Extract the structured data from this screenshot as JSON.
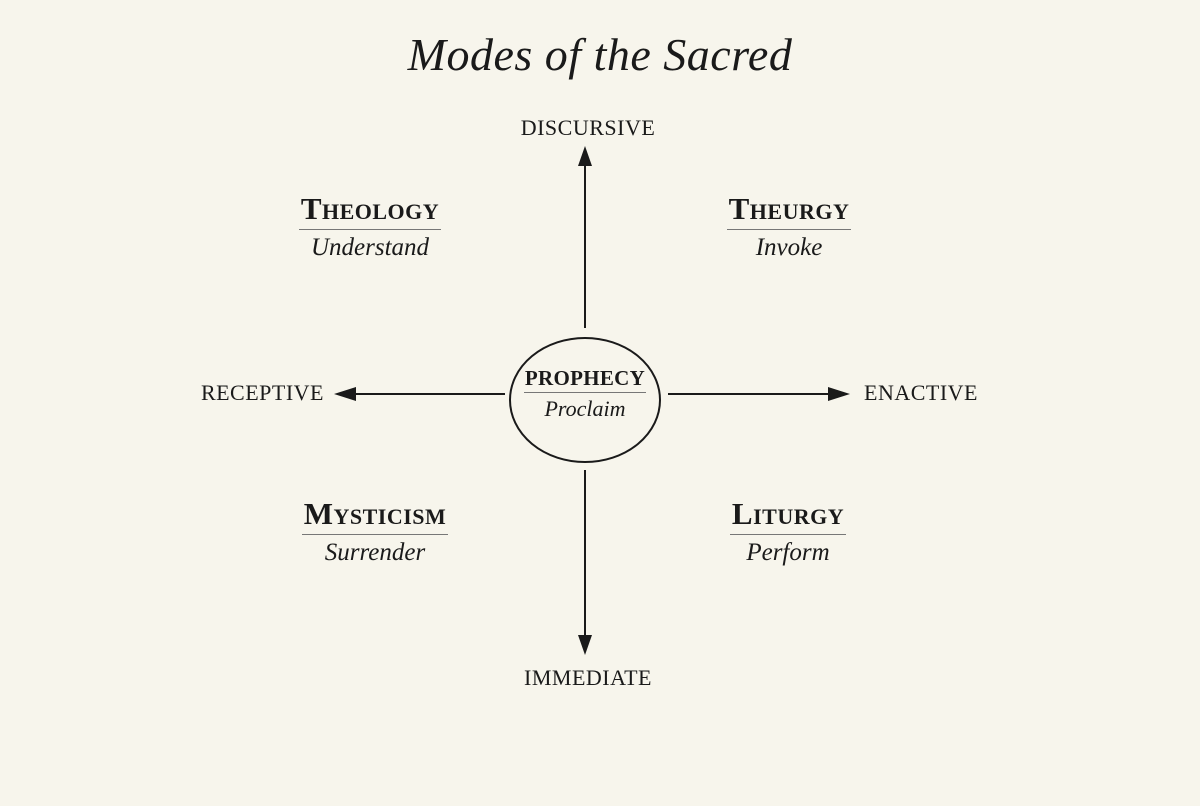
{
  "title": "Modes of the Sacred",
  "axes": {
    "top": "DISCURSIVE",
    "bottom": "IMMEDIATE",
    "left": "RECEPTIVE",
    "right": "ENACTIVE"
  },
  "quadrants": {
    "top_left": {
      "title": "Theology",
      "subtitle": "Understand"
    },
    "top_right": {
      "title": "Theurgy",
      "subtitle": "Invoke"
    },
    "bottom_left": {
      "title": "Mysticism",
      "subtitle": "Surrender"
    },
    "bottom_right": {
      "title": "Liturgy",
      "subtitle": "Perform"
    }
  },
  "center": {
    "title": "PROPHECY",
    "subtitle": "Proclaim"
  },
  "colors": {
    "background": "#f7f5ec",
    "ink": "#1a1a1a",
    "underline": "#777777"
  }
}
